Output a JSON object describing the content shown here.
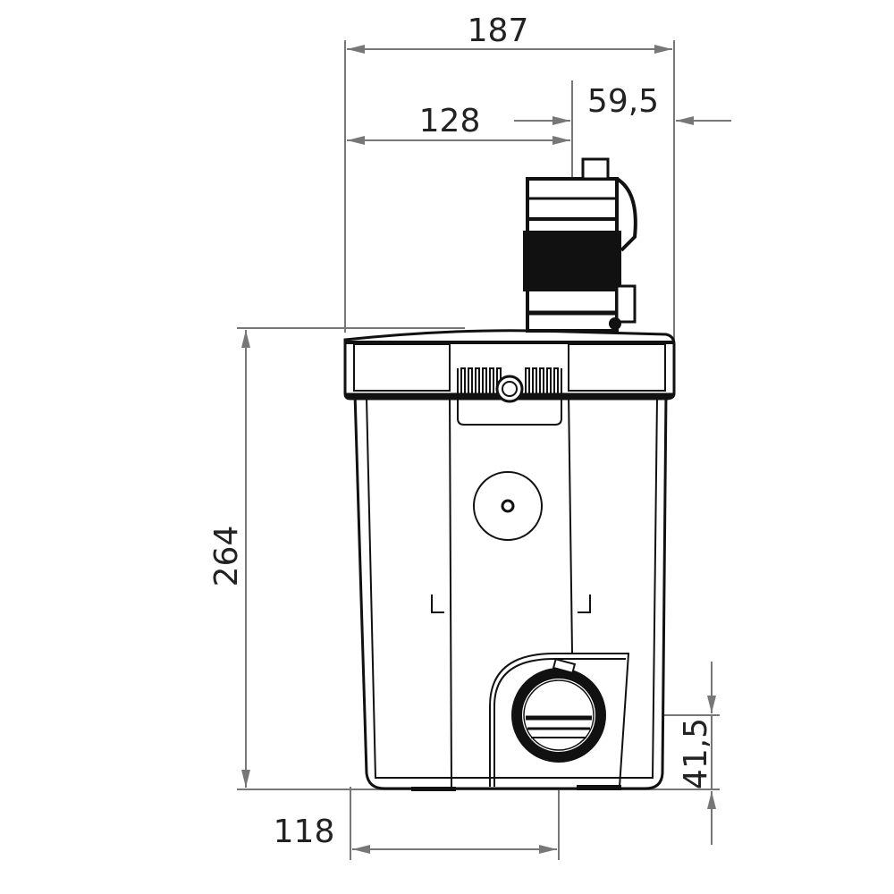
{
  "drawing": {
    "dimensions": {
      "overall_width": "187",
      "outlet_center_offset": "128",
      "outlet_to_edge": "59,5",
      "height": "264",
      "bottom_outlet_offset": "118",
      "bottom_outlet_height": "41,5"
    },
    "colors": {
      "outline": "#111111",
      "dimension_lines": "#777777",
      "background": "#ffffff"
    }
  }
}
